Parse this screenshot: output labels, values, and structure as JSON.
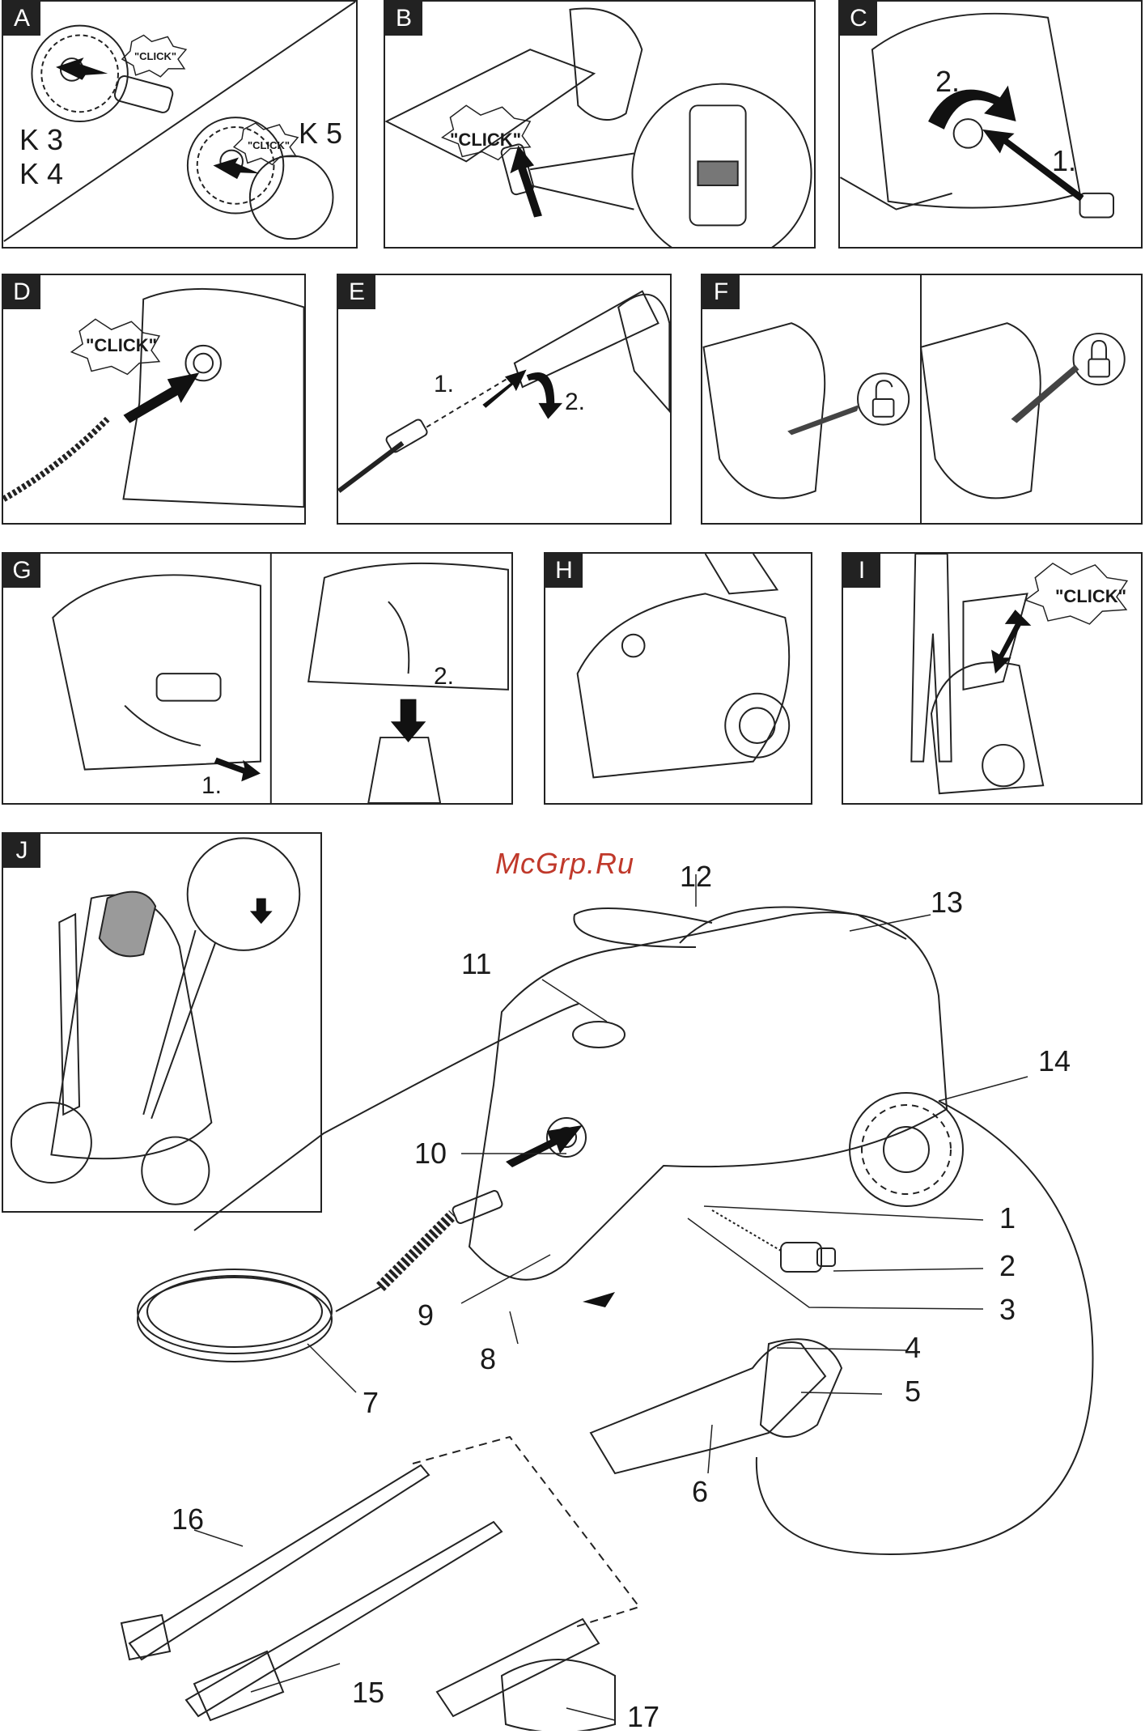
{
  "watermark": "McGrp.Ru",
  "panels": {
    "A": {
      "tag": "A",
      "model_a1": "K 3",
      "model_a2": "K 4",
      "model_b": "K 5",
      "click_1": "\"CLICK\"",
      "click_2": "\"CLICK\""
    },
    "B": {
      "tag": "B",
      "click": "\"CLICK\""
    },
    "C": {
      "tag": "C",
      "step1": "1.",
      "step2": "2."
    },
    "D": {
      "tag": "D",
      "click": "\"CLICK\""
    },
    "E": {
      "tag": "E",
      "step1": "1.",
      "step2": "2."
    },
    "F": {
      "tag": "F"
    },
    "G": {
      "tag": "G",
      "step1": "1.",
      "step2": "2."
    },
    "H": {
      "tag": "H"
    },
    "I": {
      "tag": "I",
      "click": "\"CLICK\""
    },
    "J": {
      "tag": "J"
    }
  },
  "parts": {
    "n1": "1",
    "n2": "2",
    "n3": "3",
    "n4": "4",
    "n5": "5",
    "n6": "6",
    "n7": "7",
    "n8": "8",
    "n9": "9",
    "n10": "10",
    "n11": "11",
    "n12": "12",
    "n13": "13",
    "n14": "14",
    "n15": "15",
    "n16": "16",
    "n17": "17"
  },
  "icons": [
    "click-burst-icon",
    "arrow-icon",
    "lock-open-icon",
    "lock-closed-icon",
    "rotate-arrow-icon"
  ]
}
